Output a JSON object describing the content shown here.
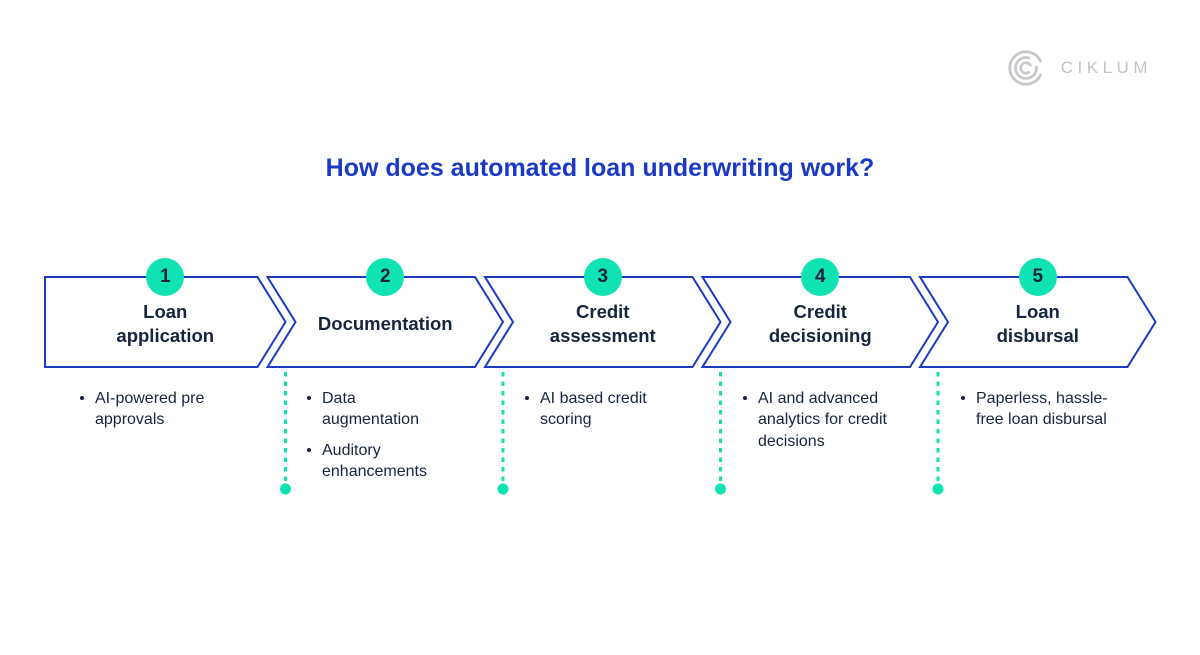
{
  "logo": {
    "brand": "CIKLUM"
  },
  "title": "How does automated loan underwriting work?",
  "colors": {
    "accent_blue": "#1c39c0",
    "teal": "#10e2b2",
    "navy_text": "#16243e",
    "logo_gray": "#c0c3c7"
  },
  "steps": [
    {
      "number": "1",
      "label": "Loan\napplication",
      "bullets": [
        "AI-powered pre\napprovals"
      ]
    },
    {
      "number": "2",
      "label": "Documentation",
      "bullets": [
        "Data\naugmentation",
        "Auditory\nenhancements"
      ]
    },
    {
      "number": "3",
      "label": "Credit\nassessment",
      "bullets": [
        "AI based credit\nscoring"
      ]
    },
    {
      "number": "4",
      "label": "Credit\ndecisioning",
      "bullets": [
        "AI and advanced\nanalytics for credit\ndecisions"
      ]
    },
    {
      "number": "5",
      "label": "Loan\ndisbursal",
      "bullets": [
        "Paperless, hassle-\nfree loan disbursal"
      ]
    }
  ]
}
